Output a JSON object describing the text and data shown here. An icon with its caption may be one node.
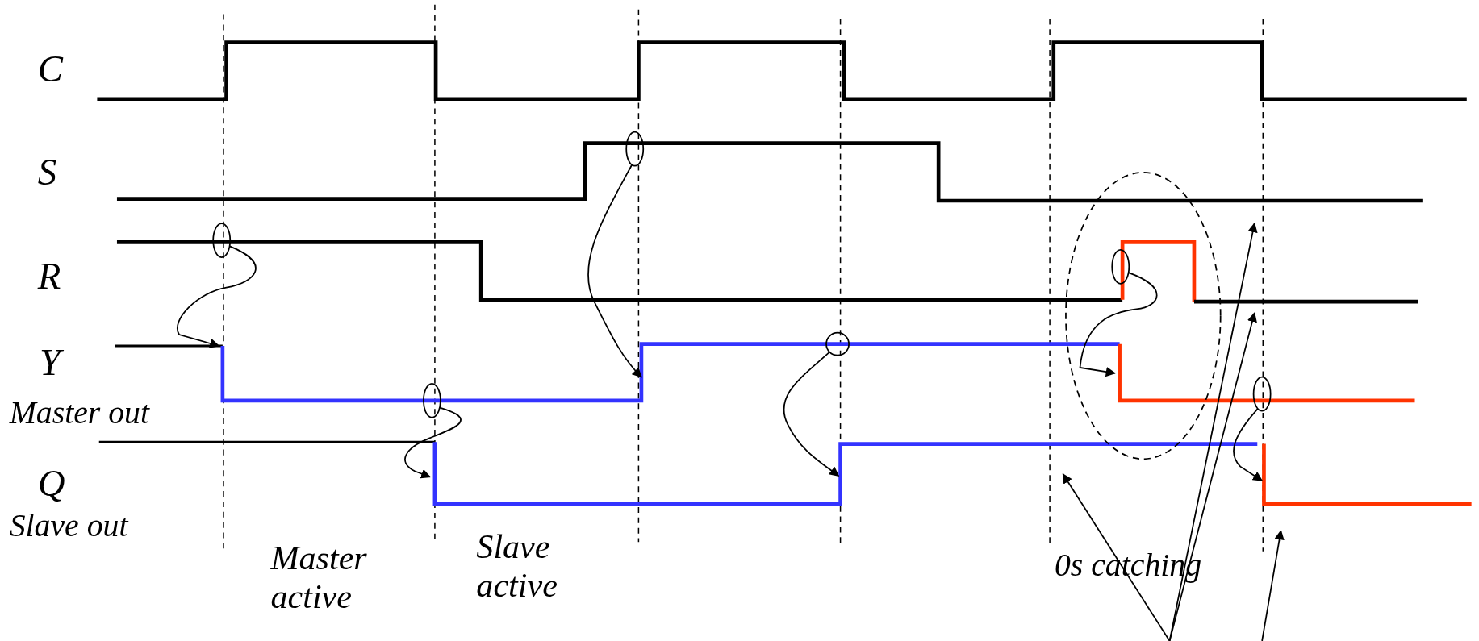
{
  "diagram": {
    "nodes": [
      {
        "text": [],
        "shape": "circle"
      },
      {
        "text": [],
        "shape": "circle"
      },
      {
        "text": [],
        "shape": "circle"
      },
      {
        "text": [],
        "shape": "circle"
      },
      {
        "text": [],
        "shape": "circle"
      },
      {
        "text": [],
        "shape": "circle"
      }
    ],
    "edges": [
      {
        "from": 0,
        "to": null,
        "arrow": "to"
      },
      {
        "from": 1,
        "to": null,
        "arrow": "to"
      },
      {
        "from": 2,
        "to": null,
        "arrow": "to"
      },
      {
        "from": 3,
        "to": null,
        "arrow": "to"
      },
      {
        "from": 4,
        "to": null,
        "arrow": "to"
      },
      {
        "from": 5,
        "to": null,
        "arrow": "to"
      }
    ],
    "labels": [
      "C",
      "S",
      "R",
      "Y",
      "Master out",
      "Q",
      "Slave out",
      "Master active",
      "Slave active",
      "0s catching"
    ]
  }
}
